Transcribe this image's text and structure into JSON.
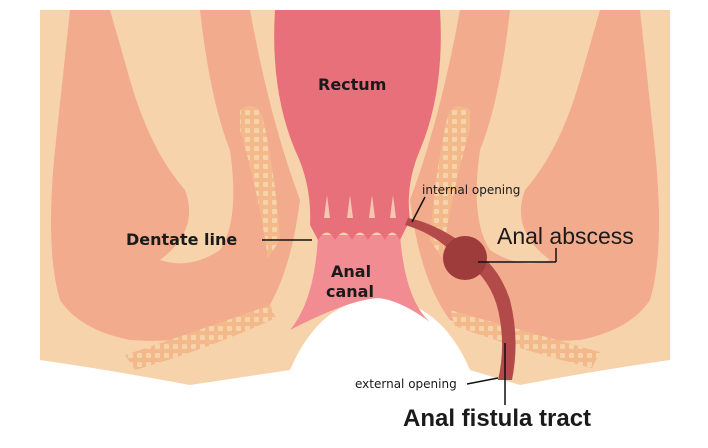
{
  "labels": {
    "rectum": "Rectum",
    "dentate_line": "Dentate line",
    "internal_opening": "internal opening",
    "anal_abscess": "Anal abscess",
    "anal_canal_line1": "Anal",
    "anal_canal_line2": "canal",
    "external_opening": "external opening",
    "anal_fistula_tract": "Anal fistula tract"
  },
  "colors": {
    "skin": "#f6d3ab",
    "buttock": "#f2ab8c",
    "rectum": "#e8707a",
    "anal_canal": "#f08c92",
    "muscle": "#f4b98a",
    "fistula": "#b24a4a",
    "abscess": "#9e3c3c"
  }
}
